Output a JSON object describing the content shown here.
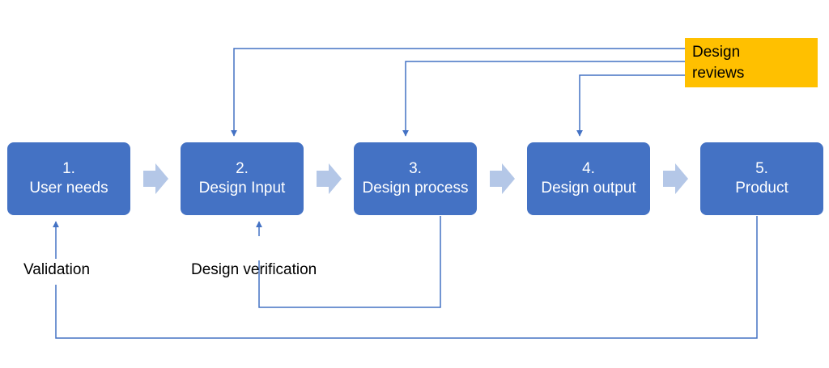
{
  "steps": [
    {
      "number": "1.",
      "label": "User needs"
    },
    {
      "number": "2.",
      "label": "Design Input"
    },
    {
      "number": "3.",
      "label": "Design process"
    },
    {
      "number": "4.",
      "label": "Design output"
    },
    {
      "number": "5.",
      "label": "Product"
    }
  ],
  "feedback_labels": {
    "validation": "Validation",
    "design_verification": "Design verification"
  },
  "design_reviews": {
    "line1": "Design",
    "line2": "reviews"
  },
  "colors": {
    "box_fill": "#4472c4",
    "box_text": "#ffffff",
    "flow_arrow": "#b4c7e7",
    "connector_line": "#4472c4",
    "reviews_fill": "#ffc000"
  }
}
